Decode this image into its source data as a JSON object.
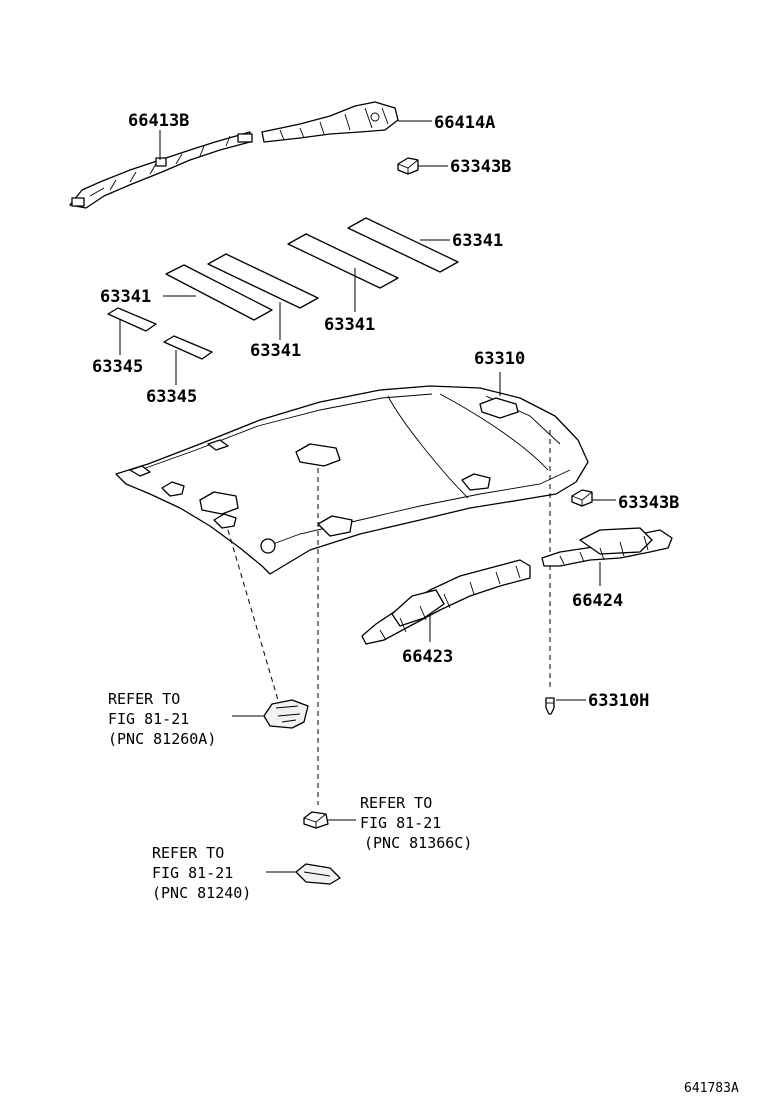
{
  "labels": {
    "p66413B": "66413B",
    "p66414A": "66414A",
    "p63343B_top": "63343B",
    "p63341_a": "63341",
    "p63341_b": "63341",
    "p63341_c": "63341",
    "p63341_d": "63341",
    "p63345_a": "63345",
    "p63345_b": "63345",
    "p63310": "63310",
    "p63343B_right": "63343B",
    "p66424": "66424",
    "p66423": "66423",
    "p63310H": "63310H"
  },
  "refers": {
    "r1": [
      "REFER TO",
      "FIG 81-21",
      "(PNC 81260A)"
    ],
    "r2": [
      "REFER TO",
      "FIG 81-21",
      "(PNC 81366C)"
    ],
    "r3": [
      "REFER TO",
      "FIG 81-21",
      "(PNC 81240)"
    ]
  },
  "figure_id": "641783A"
}
